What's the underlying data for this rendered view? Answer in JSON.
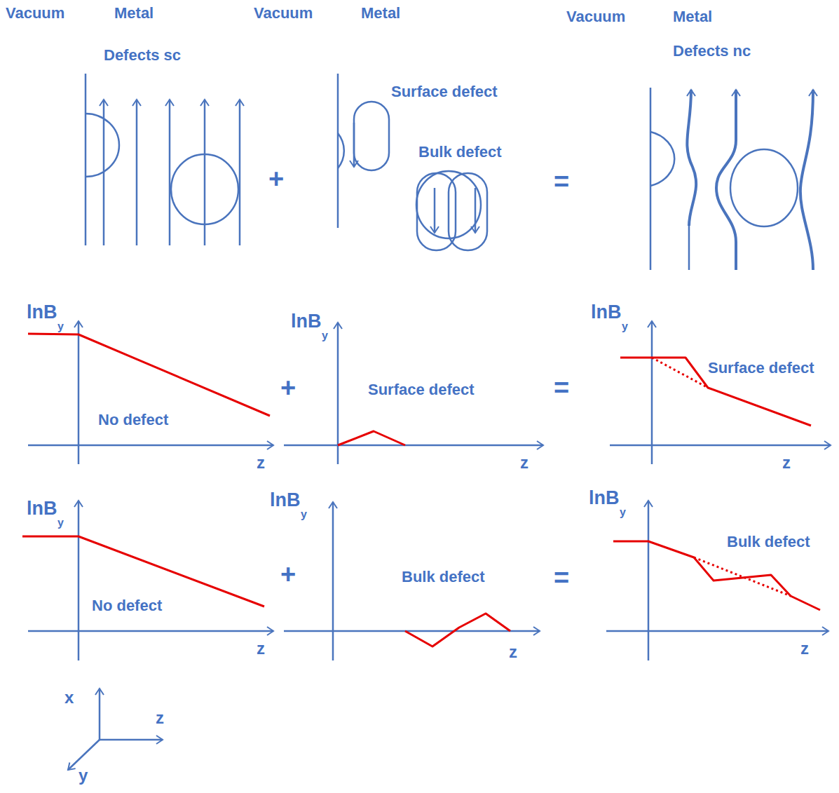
{
  "diagram": {
    "labels": [
      "Vacuum",
      "Metal",
      "Vacuum",
      "Metal",
      "Vacuum",
      "Metal",
      "Defects sc",
      "Surface defect",
      "Bulk defect",
      "Defects nc",
      "+",
      "=",
      "lnB",
      "y",
      "No defect",
      "z",
      "+",
      "lnB",
      "y",
      "Surface defect",
      "z",
      "=",
      "lnB",
      "y",
      "Surface defect",
      "z",
      "lnB",
      "y",
      "No defect",
      "z",
      "+",
      "lnB",
      "y",
      "Bulk defect",
      "z",
      "=",
      "lnB",
      "y",
      "Bulk defect",
      "z",
      "x",
      "z",
      "y"
    ]
  }
}
